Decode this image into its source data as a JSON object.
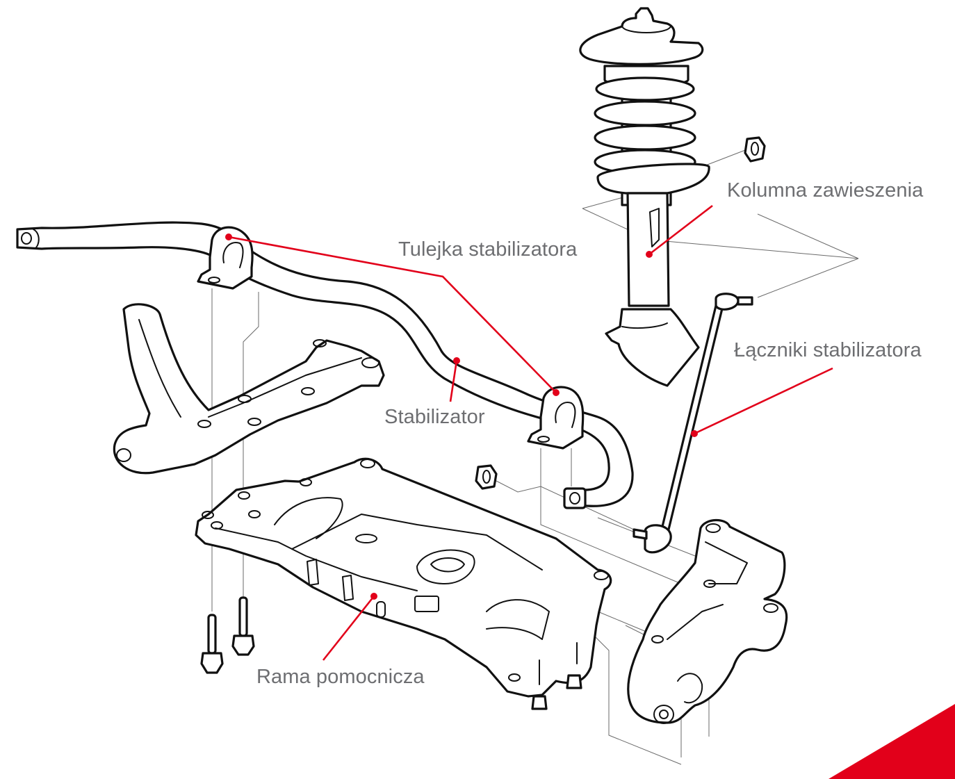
{
  "diagram": {
    "type": "exploded-view",
    "subject": "front suspension assembly",
    "accent_color": "#e2001a",
    "label_color": "#6d6e71",
    "line_color": "#111111"
  },
  "labels": {
    "strut": "Kolumna zawieszenia",
    "bushing": "Tulejka stabilizatora",
    "links": "Łączniki stabilizatora",
    "stabilizer": "Stabilizator",
    "subframe": "Rama pomocnicza"
  },
  "parts": [
    {
      "id": "strut",
      "label": "Kolumna zawieszenia"
    },
    {
      "id": "bushing",
      "label": "Tulejka stabilizatora",
      "callouts": 2
    },
    {
      "id": "links",
      "label": "Łączniki stabilizatora"
    },
    {
      "id": "stabilizer",
      "label": "Stabilizator"
    },
    {
      "id": "subframe",
      "label": "Rama pomocnicza"
    }
  ]
}
